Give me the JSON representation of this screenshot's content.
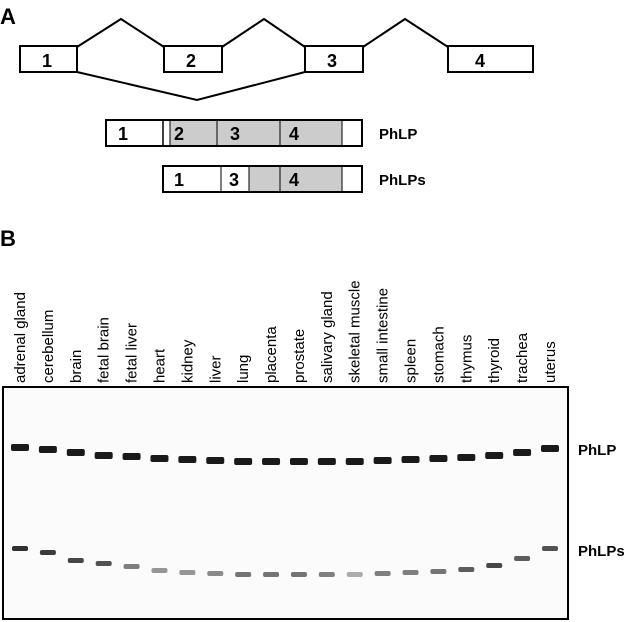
{
  "panel_a": {
    "label": "A",
    "gene_exons": [
      "1",
      "2",
      "3",
      "4"
    ],
    "isoforms": [
      {
        "name": "PhLP",
        "exons": [
          "1",
          "2",
          "3",
          "4"
        ]
      },
      {
        "name": "PhLPs",
        "exons": [
          "1",
          "3",
          "4"
        ]
      }
    ]
  },
  "panel_b": {
    "label": "B",
    "tissues": [
      "adrenal gland",
      "cerebellum",
      "brain",
      "fetal brain",
      "fetal liver",
      "heart",
      "kidney",
      "liver",
      "lung",
      "placenta",
      "prostate",
      "salivary gland",
      "skeletal muscle",
      "small intestine",
      "spleen",
      "stomach",
      "thymus",
      "thyroid",
      "trachea",
      "uterus"
    ],
    "band_labels": [
      "PhLP",
      "PhLPs"
    ]
  },
  "colors": {
    "coding_region": "#cccccc",
    "outline": "#000000",
    "band": "#1a1a1a"
  }
}
